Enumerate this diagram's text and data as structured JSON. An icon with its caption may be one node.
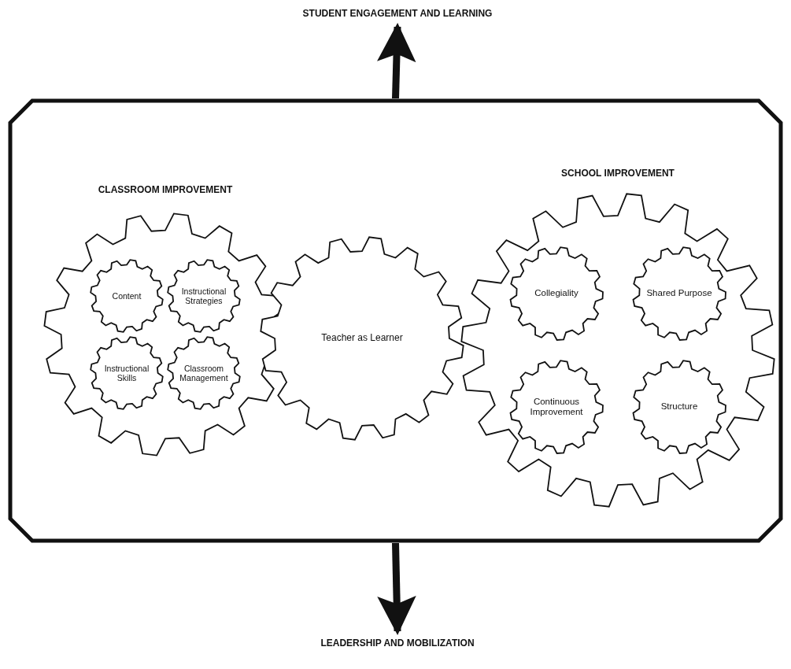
{
  "diagram": {
    "nodes": [
      {
        "text": [
          "STUDENT ENGAGEMENT AND LEARNING"
        ]
      },
      {
        "text": [],
        "shape": "box"
      },
      {
        "text": [
          "CLASSROOM IMPROVEMENT"
        ],
        "in": 1
      },
      {
        "text": [
          "Content"
        ],
        "in": 2
      },
      {
        "text": [
          "Instructional Strategies"
        ],
        "in": 2
      },
      {
        "text": [
          "Instructional Skills"
        ],
        "in": 2
      },
      {
        "text": [
          "Classroom Management"
        ],
        "in": 2
      },
      {
        "text": [
          "Teacher as Learner"
        ],
        "in": 1
      },
      {
        "text": [
          "SCHOOL IMPROVEMENT"
        ],
        "in": 1
      },
      {
        "text": [
          "Collegiality"
        ],
        "in": 8
      },
      {
        "text": [
          "Shared Purpose"
        ],
        "in": 8
      },
      {
        "text": [
          "Continuous Improvement"
        ],
        "in": 8
      },
      {
        "text": [
          "Structure"
        ],
        "in": 8
      },
      {
        "text": [
          "LEADERSHIP AND MOBILIZATION"
        ]
      }
    ],
    "edges": [
      {
        "from": 1,
        "to": 0,
        "arrow": "to"
      },
      {
        "from": 1,
        "to": 13,
        "arrow": "to"
      }
    ]
  }
}
